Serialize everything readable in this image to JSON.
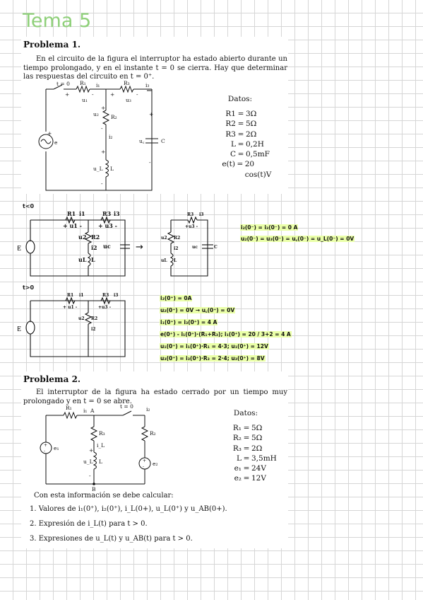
{
  "page_title": "Tema 5",
  "problem1": {
    "heading": "Problema 1.",
    "text": "En el circuito de la figura el interruptor ha estado abierto durante un tiempo prolongado, y en el instante t = 0 se cierra. Hay que determinar las respuestas del circuito en t = 0⁺.",
    "datos_title": "Datos:",
    "datos": [
      {
        "lhs": "R1",
        "rhs": "3Ω"
      },
      {
        "lhs": "R2",
        "rhs": "5Ω"
      },
      {
        "lhs": "R3",
        "rhs": "2Ω"
      },
      {
        "lhs": "L",
        "rhs": "0,2H"
      },
      {
        "lhs": "C",
        "rhs": "0,5mF"
      },
      {
        "lhs": "e(t)",
        "rhs": "20 cos(t)V"
      }
    ],
    "circuit_labels": {
      "switch": "t = 0",
      "r1": "R₁",
      "r2": "R₂",
      "r3": "R₃",
      "i1": "i₁",
      "i2": "i₂",
      "i3": "i₃",
      "u1": "u₁",
      "u2": "u₂",
      "u3": "u₃",
      "uc": "u꜀",
      "ul": "u_L",
      "c": "C",
      "l": "L",
      "e": "e"
    }
  },
  "notes1": {
    "label_before": "t<0",
    "label_after": "t>0",
    "lines_before": [
      "i₂(0⁻) = i₃(0⁻) = 0 A",
      "u₂(0⁻) = u₃(0⁻) = u꜀(0⁻) = u_L(0⁻) = 0V"
    ],
    "lines_after": [
      "i₂(0⁺) = 0A",
      "u₂(0⁺) = 0V → u꜀(0⁺) = 0V",
      "i₁(0⁺) = i₃(0⁺) = 4 A",
      "e(0⁺) - i₁(0⁺)·(R₁+R₃); i₁(0⁺) = 20 / 3+2 = 4 A",
      "u₁(0⁺) = i₁(0⁺)·R₁ = 4·3; u₁(0⁺) = 12V",
      "u₃(0⁺) = i₃(0⁺)·R₃ = 2·4; u₃(0⁺) = 8V"
    ],
    "sketch_labels": {
      "r1": "R1",
      "r3": "R3",
      "i1": "i1",
      "i3": "i3",
      "r2": "R2",
      "u1": "+ u1 -",
      "u3": "+ u3 -",
      "u2": "u2",
      "i2": "i2",
      "uc": "uc",
      "c": "C",
      "ul": "uL",
      "l": "L",
      "e": "E"
    }
  },
  "problem2": {
    "heading": "Problema 2.",
    "text": "El interruptor de la figura ha estado cerrado por un tiempo muy prolongado y en t = 0 se abre.",
    "datos_title": "Datos:",
    "datos": [
      {
        "lhs": "R₁",
        "rhs": "5Ω"
      },
      {
        "lhs": "R₂",
        "rhs": "5Ω"
      },
      {
        "lhs": "R₃",
        "rhs": "2Ω"
      },
      {
        "lhs": "L",
        "rhs": "3,5mH"
      },
      {
        "lhs": "e₁",
        "rhs": "24V"
      },
      {
        "lhs": "e₂",
        "rhs": "12V"
      }
    ],
    "circuit_labels": {
      "switch": "t = 0",
      "r1": "R₁",
      "r2": "R₂",
      "r3": "R₃",
      "i1": "i₁",
      "i2": "i₂",
      "il": "i_L",
      "a": "A",
      "b": "B",
      "ul": "u_L",
      "l": "L",
      "e1": "e₁",
      "e2": "e₂"
    },
    "intro": "Con esta información se debe calcular:",
    "questions": [
      "1. Valores de i₁(0⁺), i₂(0⁺), i_L(0+), u_L(0⁺) y u_AB(0+).",
      "2. Expresión de i_L(t) para t > 0.",
      "3. Expresiones de u_L(t) y u_AB(t) para t > 0."
    ]
  },
  "colors": {
    "title": "#8fd07a",
    "highlight": "#eaffa8",
    "grid": "#d6d6d6"
  }
}
